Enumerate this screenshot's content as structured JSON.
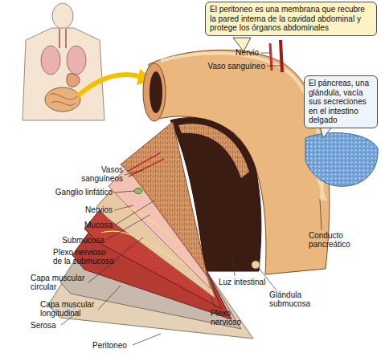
{
  "diagram": {
    "nodes": [
      {
        "text": [
          "El peritoneo es una membrana que recubre la pared interna de la cavidad abdominal y protege los órganos abdominales"
        ]
      },
      {
        "text": [
          "El páncreas, una glándula, vacía sus secreciones en el intestino delgado"
        ]
      }
    ],
    "labels": [
      "Nervio",
      "Vaso sanguíneo",
      "Vasos sanguíneos",
      "Ganglio linfático",
      "Nervios",
      "Mucosa",
      "Submucosa",
      "Plexo nervioso de la submucosa",
      "Capa muscular circular",
      "Capa muscular longitudinal",
      "Serosa",
      "Peritoneo",
      "Plexo nervioso",
      "Luz intestinal",
      "Glándula submucosa",
      "Conducto pancreático"
    ]
  }
}
